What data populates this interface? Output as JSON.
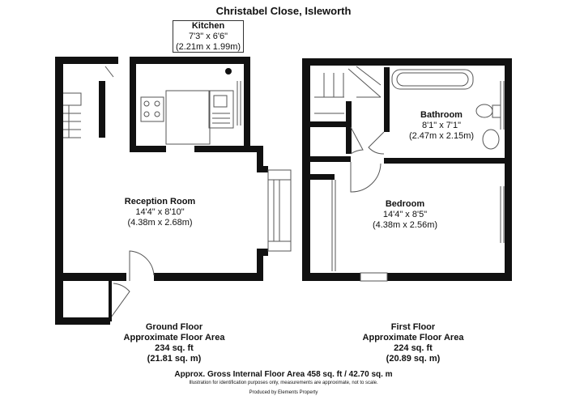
{
  "title": "Christabel Close, Isleworth",
  "rooms": {
    "kitchen": {
      "name": "Kitchen",
      "imperial": "7'3\" x 6'6\"",
      "metric": "(2.21m x 1.99m)"
    },
    "reception": {
      "name": "Reception Room",
      "imperial": "14'4\" x 8'10\"",
      "metric": "(4.38m x 2.68m)"
    },
    "bathroom": {
      "name": "Bathroom",
      "imperial": "8'1\" x 7'1\"",
      "metric": "(2.47m x 2.15m)"
    },
    "bedroom": {
      "name": "Bedroom",
      "imperial": "14'4\" x 8'5\"",
      "metric": "(4.38m x 2.56m)"
    }
  },
  "floors": {
    "ground": {
      "name": "Ground Floor",
      "label": "Approximate Floor Area",
      "sqft": "234 sq. ft",
      "sqm": "(21.81 sq. m)"
    },
    "first": {
      "name": "First Floor",
      "label": "Approximate Floor Area",
      "sqft": "224 sq. ft",
      "sqm": "(20.89 sq. m)"
    }
  },
  "footer": {
    "gross": "Approx. Gross Internal Floor Area 458 sq. ft / 42.70 sq. m",
    "disclaimer": "Illustration for identification purposes only, measurements are approximate, not to scale.",
    "producer": "Produced by Elements Property"
  },
  "colors": {
    "wall": "#111111",
    "fixture": "#555555"
  }
}
